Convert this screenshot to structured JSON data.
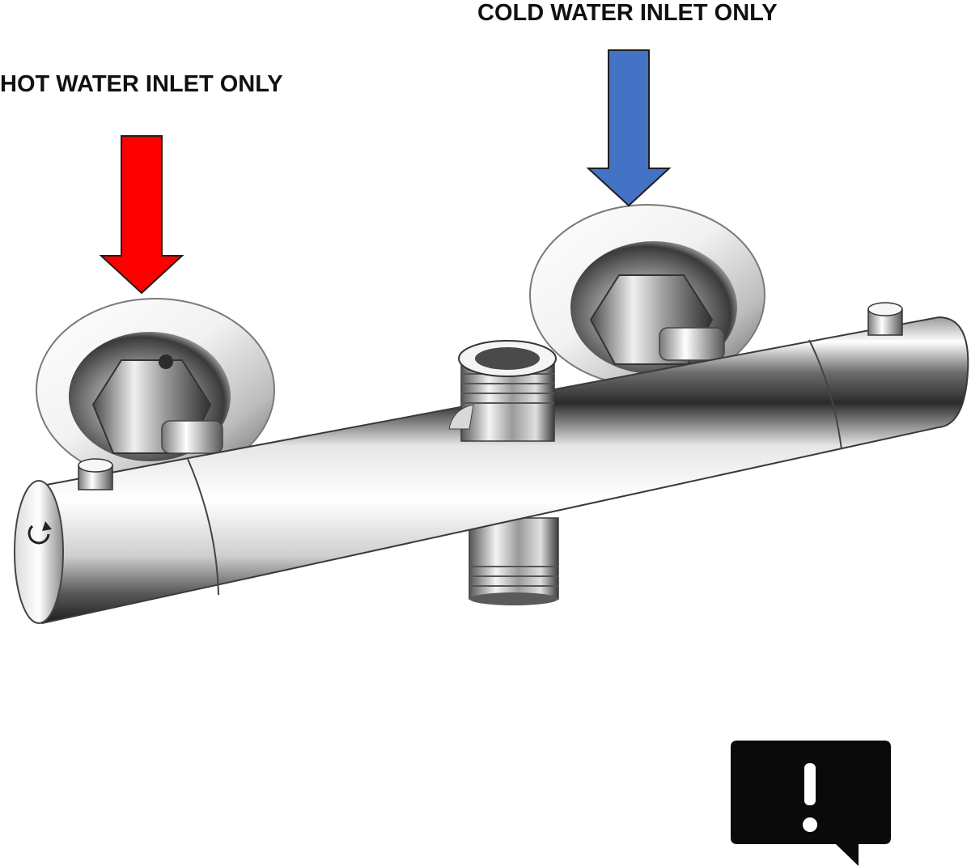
{
  "labels": {
    "hot": "HOT WATER INLET ONLY",
    "cold": "COLD WATER INLET ONLY"
  },
  "colors": {
    "hot_arrow": "#ff0000",
    "cold_arrow": "#4472c4",
    "outline": "#1f1f1f",
    "alert_icon": "#0a0a0a"
  },
  "icons": {
    "hot_arrow": "arrow-down-red",
    "cold_arrow": "arrow-down-blue",
    "alert": "exclamation-speech-bubble"
  }
}
